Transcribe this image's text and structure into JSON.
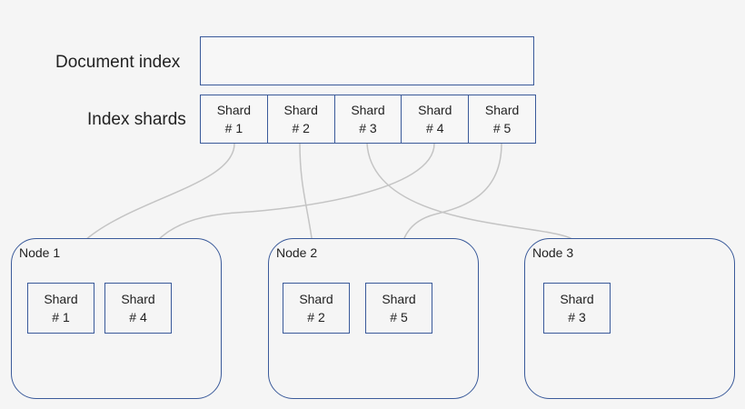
{
  "labels": {
    "document_index": "Document index",
    "index_shards": "Index shards"
  },
  "shards": [
    {
      "label": "Shard",
      "num": "# 1"
    },
    {
      "label": "Shard",
      "num": "# 2"
    },
    {
      "label": "Shard",
      "num": "# 3"
    },
    {
      "label": "Shard",
      "num": "# 4"
    },
    {
      "label": "Shard",
      "num": "# 5"
    }
  ],
  "nodes": [
    {
      "title": "Node 1",
      "shards": [
        {
          "label": "Shard",
          "num": "# 1"
        },
        {
          "label": "Shard",
          "num": "# 4"
        }
      ]
    },
    {
      "title": "Node 2",
      "shards": [
        {
          "label": "Shard",
          "num": "# 2"
        },
        {
          "label": "Shard",
          "num": "# 5"
        }
      ]
    },
    {
      "title": "Node 3",
      "shards": [
        {
          "label": "Shard",
          "num": "# 3"
        }
      ]
    }
  ],
  "colors": {
    "box_border": "#3a5a9a",
    "arrow": "#c4c4c4",
    "background": "#f5f5f5"
  }
}
